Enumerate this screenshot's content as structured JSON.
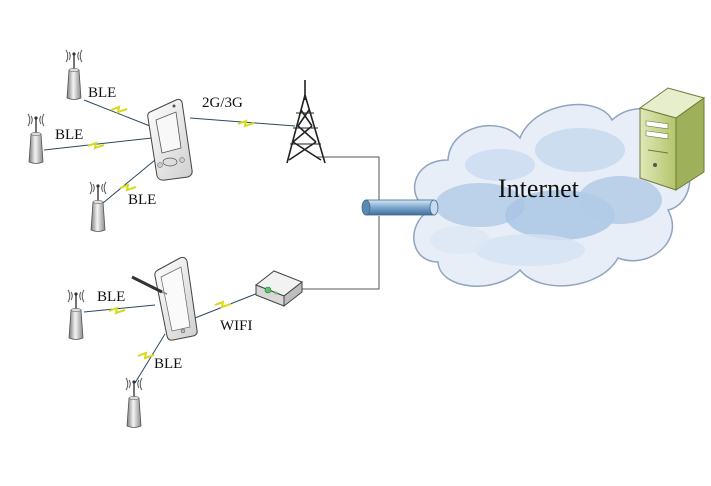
{
  "labels": {
    "ble_1": "BLE",
    "ble_2": "BLE",
    "ble_3": "BLE",
    "ble_4": "BLE",
    "ble_5": "BLE",
    "cellular": "2G/3G",
    "wifi": "WIFI",
    "internet": "Internet"
  },
  "icons": {
    "sensor": "ble-sensor-icon",
    "phone": "handheld-phone-icon",
    "tablet": "tablet-icon",
    "tower": "cell-tower-icon",
    "router": "wifi-router-icon",
    "cloud": "cloud-icon",
    "server": "server-icon",
    "pipe": "backbone-pipe-icon"
  },
  "colors": {
    "cloud_light": "#e6eef8",
    "cloud_dark": "#a8c4e2",
    "server": "#c5d48a",
    "lightning": "#d6dc1c",
    "pipe": "#7ca6cc"
  }
}
